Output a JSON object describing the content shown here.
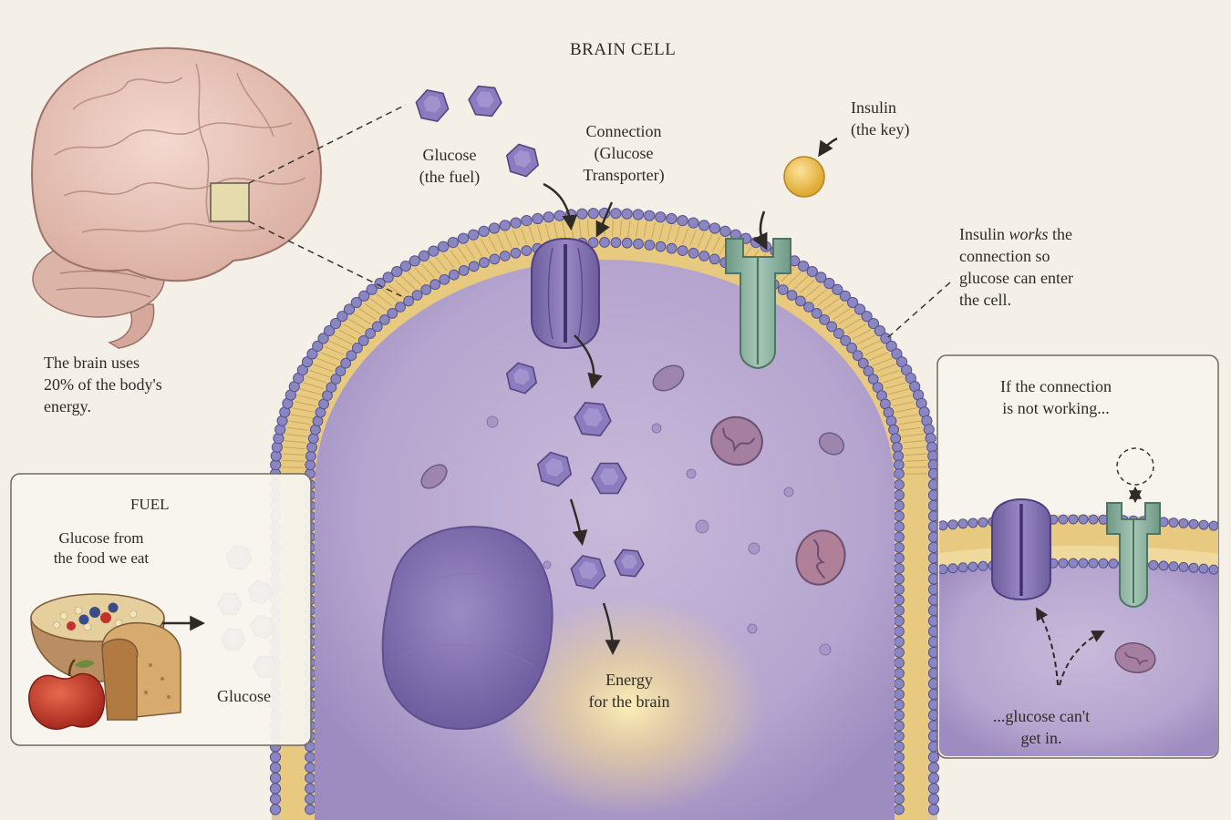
{
  "title": "BRAIN CELL",
  "brain_caption": [
    "The brain uses",
    "20% of the body's",
    "energy."
  ],
  "glucose_label": [
    "Glucose",
    "(the fuel)"
  ],
  "connection_label": [
    "Connection",
    "(Glucose",
    "Transporter)"
  ],
  "insulin_label": [
    "Insulin",
    "(the key)"
  ],
  "insulin_works": {
    "line1_before": "Insulin ",
    "line1_em": "works",
    "line1_after": " the",
    "line2": "connection so",
    "line3": "glucose can enter",
    "line4": "the cell."
  },
  "energy_label": [
    "Energy",
    "for the brain"
  ],
  "fuel_panel": {
    "heading": "FUEL",
    "text": [
      "Glucose from",
      "the food we eat"
    ],
    "glucose_label": "Glucose"
  },
  "broken_panel": {
    "text": [
      "If the connection",
      "is not working..."
    ],
    "bottom": [
      "...glucose can't",
      "get in."
    ]
  },
  "colors": {
    "background": "#f4f0e7",
    "cell": "#b9a9d2",
    "membrane": "#e3c277",
    "transporter": "#7f6fae",
    "receptor": "#86ad99",
    "insulin": "#f1c24f",
    "glucose": "#8c7cbf"
  }
}
